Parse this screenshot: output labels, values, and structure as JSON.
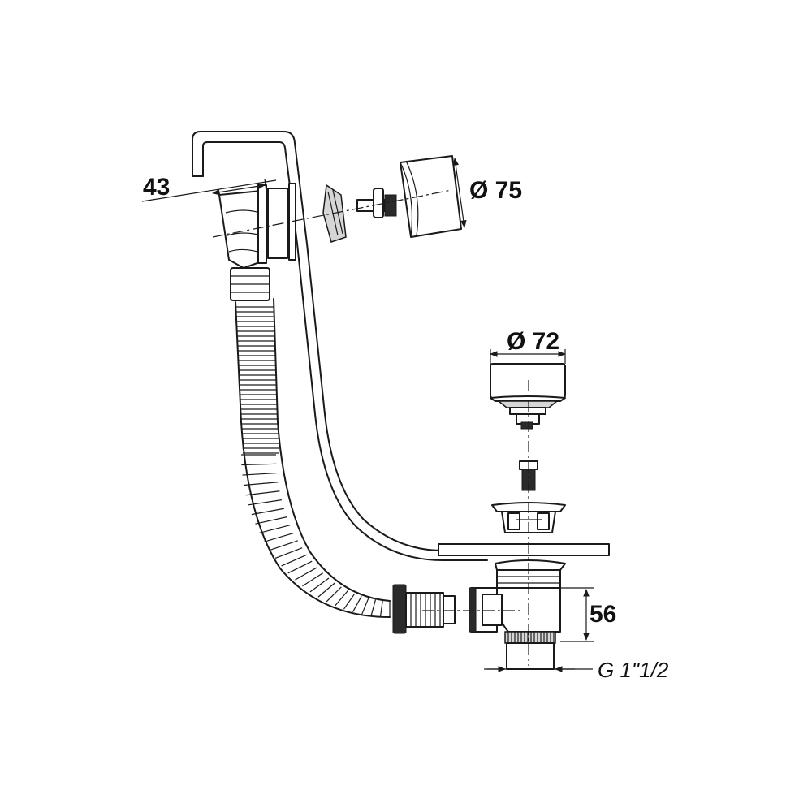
{
  "dimensions": {
    "overflow_depth": "43",
    "overflow_cover_diameter": "Ø 75",
    "plug_diameter": "Ø 72",
    "waste_height": "56",
    "thread_size": "G 1\"1/2"
  },
  "colors": {
    "line": "#1a1a1a",
    "background": "#ffffff",
    "shade": "#d6d6d6"
  }
}
